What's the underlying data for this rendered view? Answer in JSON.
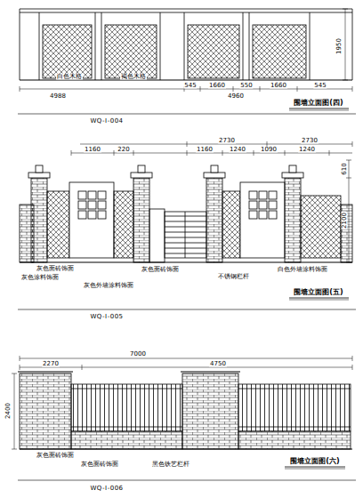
{
  "diagram": {
    "labels": [
      "1950",
      "白色木格",
      "褐色木格",
      "4988",
      "545",
      "1660",
      "550",
      "1660",
      "545",
      "4960",
      "围墙立面图(四)",
      "WQ-I-004",
      "2730",
      "2730",
      "1160",
      "220",
      "1160",
      "1240",
      "1090",
      "1240",
      "610",
      "2100",
      "灰色面砖饰面",
      "灰色涂料饰面",
      "灰色外墙涂料饰面",
      "灰色面砖饰面",
      "不锈钢栏杆",
      "白色外墙涂料饰面",
      "围墙立面图(五)",
      "WQ-I-005",
      "7000",
      "2270",
      "4750",
      "2400",
      "灰色面砖饰面",
      "灰色面砖饰面",
      "黑色铁艺栏杆",
      "围墙立面图(六)",
      "WQ-I-006"
    ]
  }
}
